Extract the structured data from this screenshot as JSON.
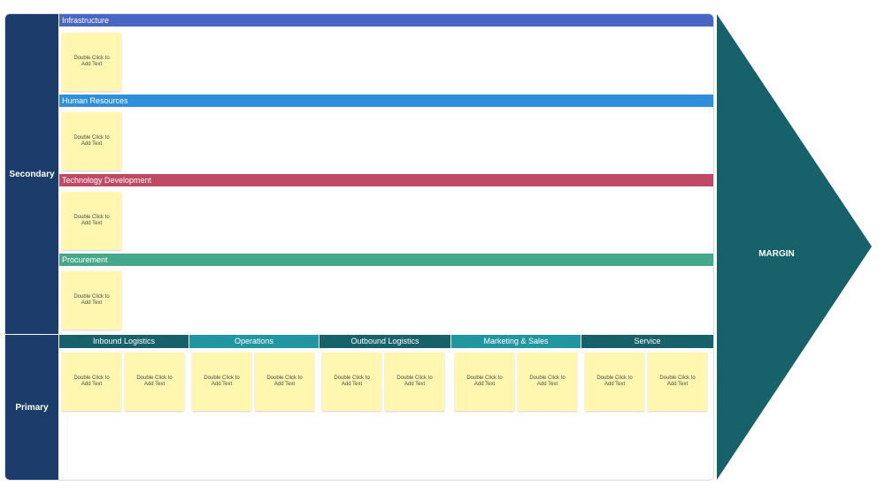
{
  "secondary_label": "Secondary",
  "primary_label": "Primary",
  "margin_label": "MARGIN",
  "note_text": "Double Click to Add Text",
  "secondary": [
    {
      "label": "Infrastructure",
      "color": "#4a66c4"
    },
    {
      "label": "Human Resources",
      "color": "#2f8fdc"
    },
    {
      "label": "Technology Development",
      "color": "#c04a66"
    },
    {
      "label": "Procurement",
      "color": "#46a88a"
    }
  ],
  "primary": [
    {
      "label": "Inbound Logistics",
      "color": "#17616a"
    },
    {
      "label": "Operations",
      "color": "#2195a0"
    },
    {
      "label": "Outbound Logistics",
      "color": "#17616a"
    },
    {
      "label": "Marketing & Sales",
      "color": "#2195a0"
    },
    {
      "label": "Service",
      "color": "#17616a"
    }
  ],
  "colors": {
    "left_column": "#1c3c6b",
    "margin": "#17616a",
    "note": "#fff7b0"
  }
}
